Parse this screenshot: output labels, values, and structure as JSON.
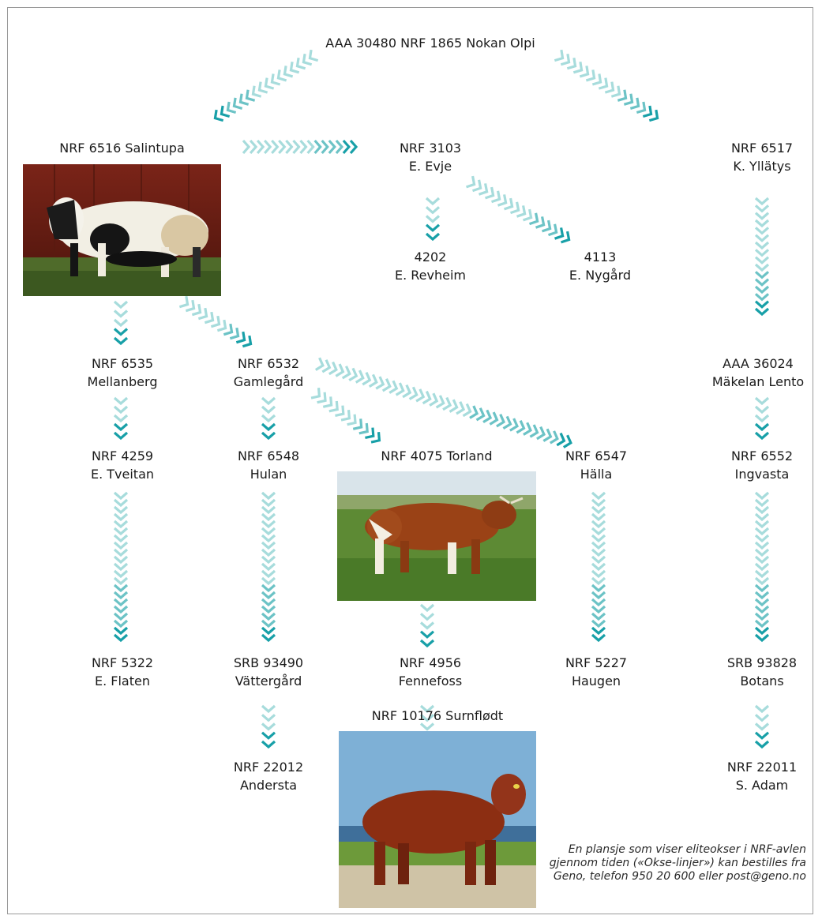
{
  "nodes": {
    "olpi": "AAA 30480 NRF 1865 Nokan Olpi",
    "salintupa": "NRF 6516 Salintupa",
    "evje": [
      "NRF 3103",
      "E. Evje"
    ],
    "yllatys": [
      "NRF 6517",
      "K. Yllätys"
    ],
    "revheim": [
      "4202",
      "E. Revheim"
    ],
    "nygard": [
      "4113",
      "E. Nygård"
    ],
    "mellanberg": [
      "NRF 6535",
      "Mellanberg"
    ],
    "gamlegard": [
      "NRF 6532",
      "Gamlegård"
    ],
    "lento": [
      "AAA 36024",
      "Mäkelan Lento"
    ],
    "tveitan": [
      "NRF 4259",
      "E. Tveitan"
    ],
    "hulan": [
      "NRF 6548",
      "Hulan"
    ],
    "torland": "NRF 4075 Torland",
    "halla": [
      "NRF 6547",
      "Hälla"
    ],
    "ingvasta": [
      "NRF 6552",
      "Ingvasta"
    ],
    "flaten": [
      "NRF 5322",
      "E. Flaten"
    ],
    "vattergard": [
      "SRB 93490",
      "Vättergård"
    ],
    "fennefoss": [
      "NRF 4956",
      "Fennefoss"
    ],
    "haugen": [
      "NRF 5227",
      "Haugen"
    ],
    "botans": [
      "SRB 93828",
      "Botans"
    ],
    "andersta": [
      "NRF 22012",
      "Andersta"
    ],
    "surnflodt": "NRF 10176 Surnflødt",
    "adam": [
      "NRF 22011",
      "S. Adam"
    ]
  },
  "note": "En plansje som viser eliteokser i NRF-avlen gjennom tiden («Okse-linjer») kan bestilles fra Geno, telefon 950 20 600 eller post@geno.no",
  "colors": {
    "arrow_light": "#a7dcdc",
    "arrow_dark": "#18a0a8",
    "frame": "#9a9a9a"
  }
}
